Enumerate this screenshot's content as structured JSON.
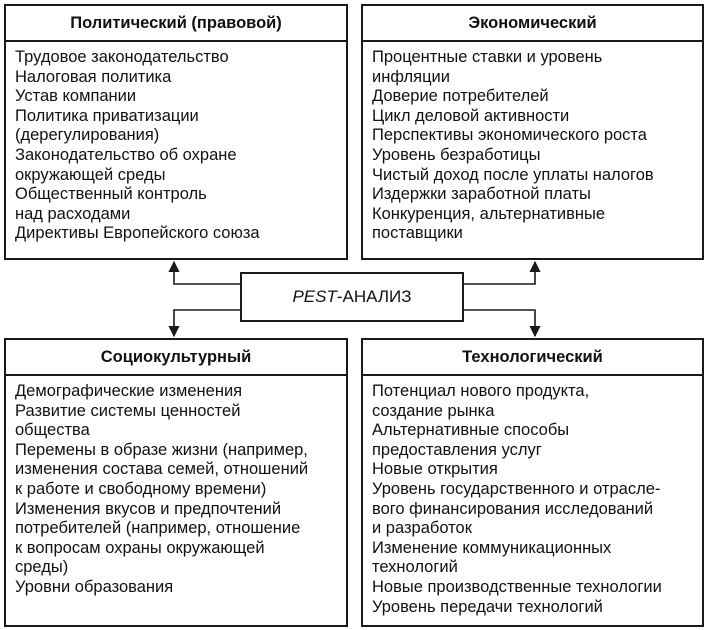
{
  "center": {
    "italic": "PEST",
    "rest": "-АНАЛИЗ"
  },
  "boxes": {
    "political": {
      "title": "Политический (правовой)",
      "items": [
        "Трудовое законодательство",
        "Налоговая политика",
        "Устав компании",
        "Политика приватизации",
        "(дерегулирования)",
        "Законодательство об охране",
        "окружающей среды",
        "Общественный контроль",
        "над расходами",
        "Директивы Европейского союза"
      ]
    },
    "economic": {
      "title": "Экономический",
      "items": [
        "Процентные ставки и уровень",
        "инфляции",
        "Доверие потребителей",
        "Цикл деловой активности",
        "Перспективы экономического роста",
        "Уровень безработицы",
        "Чистый доход после уплаты налогов",
        "Издержки заработной платы",
        "Конкуренция, альтернативные",
        "поставщики"
      ]
    },
    "sociocultural": {
      "title": "Социокультурный",
      "items": [
        "Демографические изменения",
        "Развитие системы ценностей",
        "общества",
        "Перемены в образе жизни (например,",
        "изменения состава семей, отношений",
        "к работе и свободному времени)",
        "Изменения вкусов и предпочтений",
        "потребителей (например, отношение",
        "к вопросам охраны окружающей",
        "среды)",
        "Уровни образования"
      ]
    },
    "technological": {
      "title": "Технологический",
      "items": [
        "Потенциал нового продукта,",
        "создание рынка",
        "Альтернативные способы",
        "предоставления услуг",
        "Новые открытия",
        "Уровень государственного и отрасле-",
        "вого финансирования исследований",
        "и разработок",
        "Изменение коммуникационных",
        "технологий",
        "Новые производственные технологии",
        "Уровень передачи технологий"
      ]
    }
  }
}
